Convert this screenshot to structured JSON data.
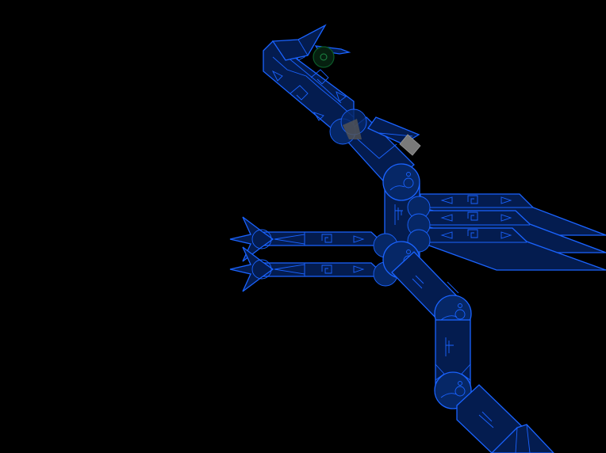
{
  "scene": {
    "background_color": "#000000",
    "line_color": "#1a63ff",
    "fill_color": "#041c4f",
    "creature": "blue-wireframe-robotic-bird",
    "parts": {
      "head": {
        "icon": "bird-head"
      },
      "eye": {
        "icon": "green-eye",
        "color": "#0c5c2a"
      },
      "beak": {
        "icon": "beak"
      },
      "neck": {
        "icon": "neck-segment"
      },
      "torso": {
        "icon": "torso-segment"
      },
      "wings": {
        "count": 3
      },
      "arms": {
        "count": 2,
        "claw_icon": "claw"
      },
      "legs": {
        "count": 1
      },
      "gray_block": {
        "icon": "gray-cube",
        "color": "#7a7a7a"
      }
    }
  }
}
